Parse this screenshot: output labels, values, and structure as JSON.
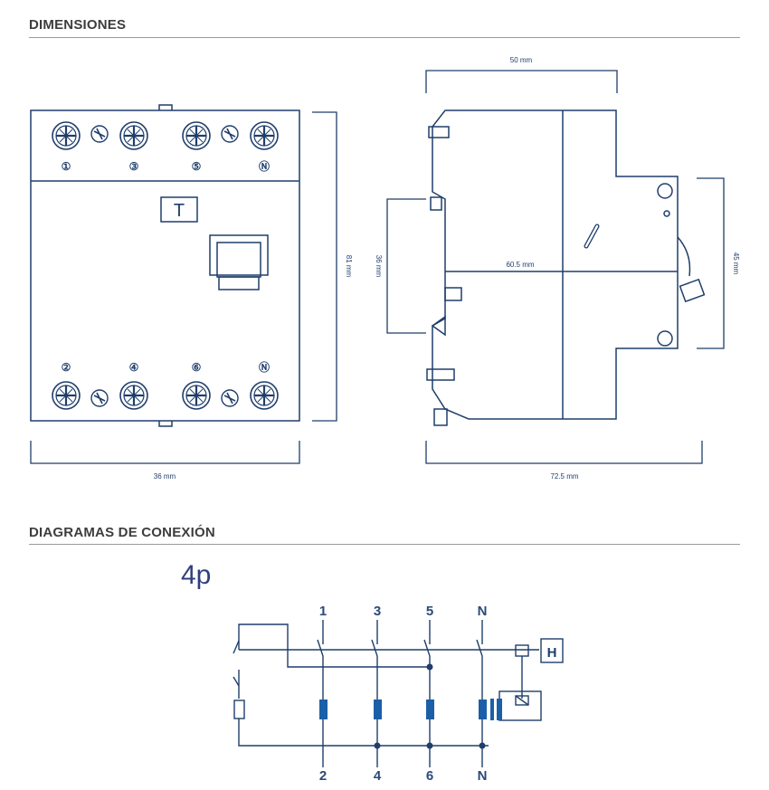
{
  "sections": {
    "dimensions_title": "DIMENSIONES",
    "connection_title": "DIAGRAMAS DE CONEXIÓN"
  },
  "front_view": {
    "top_terminals": [
      "①",
      "③",
      "⑤",
      "Ⓝ"
    ],
    "bottom_terminals": [
      "②",
      "④",
      "⑥",
      "Ⓝ"
    ],
    "test_button": "T",
    "height_label": "81 mm",
    "width_label": "36 mm"
  },
  "side_view": {
    "top_width_label": "50 mm",
    "mid_width_label": "60.5 mm",
    "left_height_label": "36 mm",
    "right_height_label": "45 mm",
    "total_width_label": "72.5 mm"
  },
  "connection_diagram": {
    "pole_count": "4p",
    "top_labels": [
      "1",
      "3",
      "5",
      "N"
    ],
    "bottom_labels": [
      "2",
      "4",
      "6",
      "N"
    ],
    "test_symbol": "H"
  },
  "colors": {
    "line": "#1f3e6b",
    "accent": "#1b5fa8",
    "heading": "#3d3d3d"
  }
}
